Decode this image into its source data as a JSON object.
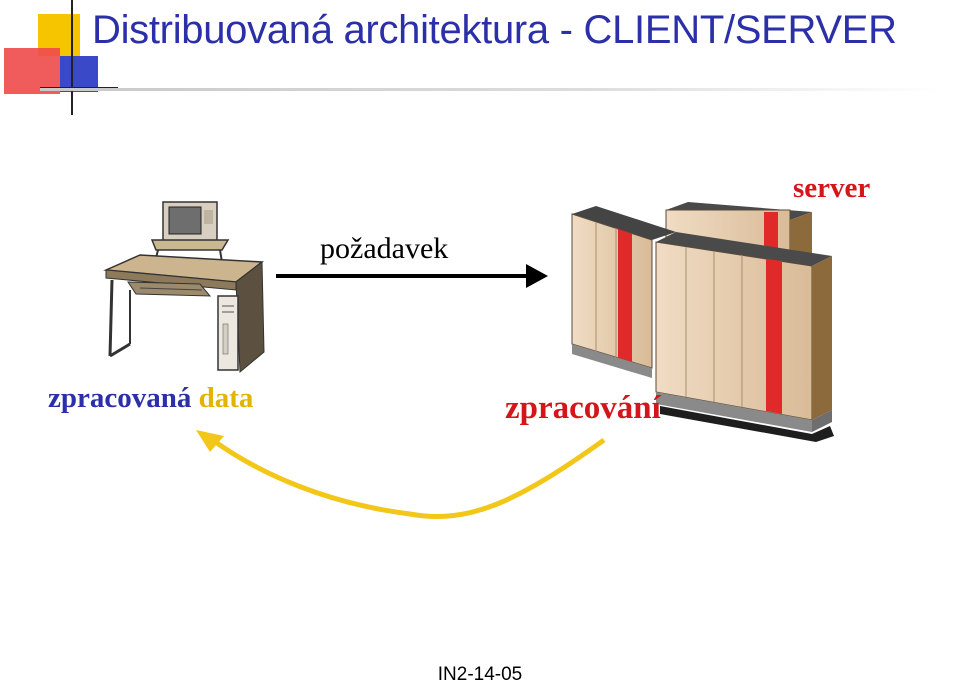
{
  "slide": {
    "title": "Distribuovaná architektura - CLIENT/SERVER",
    "footer": "IN2-14-05"
  },
  "diagram": {
    "request_label": "požadavek",
    "server_label": "server",
    "result_label_main": "zpracovaná",
    "result_label_accent": "data",
    "processing_label": "zpracování"
  },
  "colors": {
    "title": "#2b2fa8",
    "server_label": "#d4161a",
    "result_label": "#2b2fa8",
    "result_accent": "#e2b400",
    "return_arrow": "#f2c71a",
    "request_arrow": "#000000"
  },
  "icons": [
    "client-computer-icon",
    "server-rack-icon"
  ]
}
